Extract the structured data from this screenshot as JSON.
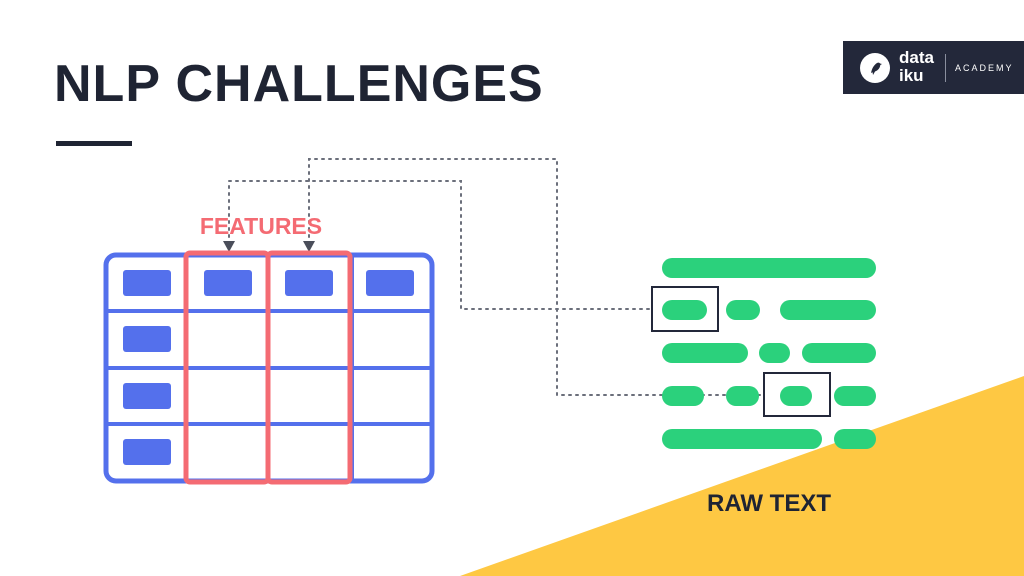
{
  "slide": {
    "title": "NLP CHALLENGES",
    "features_label": "FEATURES",
    "raw_text_label": "RAW TEXT"
  },
  "logo": {
    "word_line1": "data",
    "word_line2": "iku",
    "subtitle": "ACADEMY",
    "icon": "bird-icon"
  },
  "colors": {
    "table_blue": "#5470ec",
    "features_red": "#f46b73",
    "text_green": "#2bd17c",
    "accent_yellow": "#fec843",
    "title_dark": "#1f2433",
    "badge_dark": "#23283a"
  }
}
